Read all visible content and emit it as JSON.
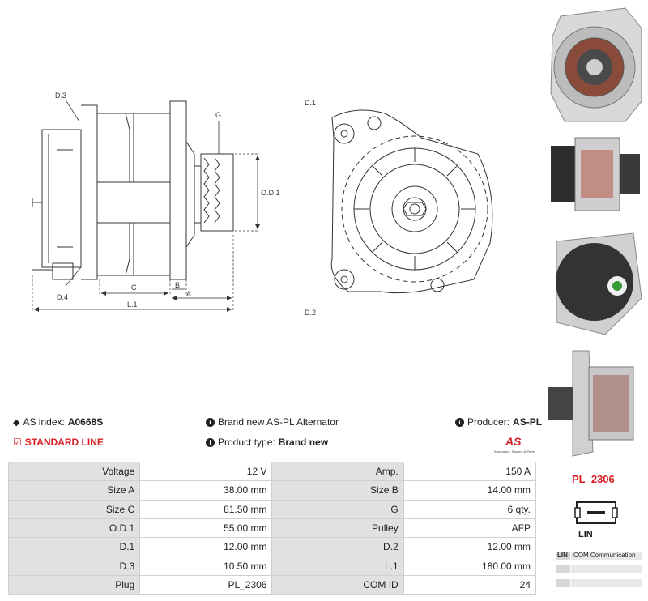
{
  "drawing": {
    "labels": {
      "d3": "D.3",
      "d4": "D.4",
      "g": "G",
      "od1": "O.D.1",
      "c": "C",
      "b": "B",
      "a": "A",
      "l1": "L.1",
      "d1": "D.1",
      "d2": "D.2"
    }
  },
  "info": {
    "as_index_label": "AS index:",
    "as_index_value": "A0668S",
    "description": "Brand new AS-PL Alternator",
    "producer_label": "Producer:",
    "producer_value": "AS-PL",
    "line": "STANDARD LINE",
    "product_type_label": "Product type:",
    "product_type_value": "Brand new",
    "logo_text": "AS",
    "logo_tagline": "Alternators, Starters & Parts"
  },
  "specs": [
    [
      "Voltage",
      "12 V",
      "Amp.",
      "150 A"
    ],
    [
      "Size A",
      "38.00 mm",
      "Size B",
      "14.00 mm"
    ],
    [
      "Size C",
      "81.50 mm",
      "G",
      "6 qty."
    ],
    [
      "O.D.1",
      "55.00 mm",
      "Pulley",
      "AFP"
    ],
    [
      "D.1",
      "12.00 mm",
      "D.2",
      "12.00 mm"
    ],
    [
      "D.3",
      "10.50 mm",
      "L.1",
      "180.00 mm"
    ],
    [
      "Plug",
      "PL_2306",
      "COM ID",
      "24"
    ]
  ],
  "plug": {
    "code": "PL_2306",
    "type": "LIN",
    "pins": [
      {
        "pin": "LIN",
        "desc": "COM Communication"
      },
      {
        "pin": "",
        "desc": ""
      },
      {
        "pin": "",
        "desc": ""
      }
    ]
  },
  "colors": {
    "accent": "#d92027",
    "label_bg": "#e1e1e1",
    "border": "#cfcfcf"
  }
}
